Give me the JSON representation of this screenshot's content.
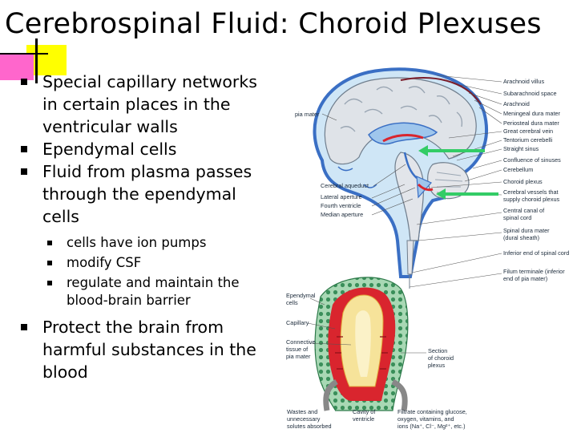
{
  "slide": {
    "title": "Cerebrospinal Fluid: Choroid Plexuses",
    "bullets": [
      {
        "text": "Special capillary networks in certain places in the ventricular walls",
        "level": 1
      },
      {
        "text": "Ependymal cells",
        "level": 1
      },
      {
        "text": "Fluid from plasma passes through the ependymal cells",
        "level": 1
      },
      {
        "text": "cells have ion pumps",
        "level": 2
      },
      {
        "text": "modify CSF",
        "level": 2
      },
      {
        "text": "regulate and maintain the blood-brain  barrier",
        "level": 2
      },
      {
        "text": "Protect the brain from harmful substances in the blood",
        "level": 1
      }
    ]
  },
  "brain_labels": {
    "arachnoid_villus": "Arachnoid villus",
    "subarachnoid_space": "Subarachnoid space",
    "arachnoid": "Arachnoid",
    "meningeal_dura": "Meningeal dura mater",
    "periosteal_dura": "Periosteal dura mater",
    "great_cerebral_vein": "Great cerebral vein",
    "tentorium": "Tentorium cerebelli",
    "straight_sinus": "Straight sinus",
    "confluence": "Confluence of sinuses",
    "cerebellum": "Cerebellum",
    "choroid_plexus": "Choroid plexus",
    "cerebral_vessels_1": "Cerebral vessels that",
    "cerebral_vessels_2": "supply choroid plexus",
    "central_canal_1": "Central canal of",
    "central_canal_2": "spinal cord",
    "spinal_dura_1": "Spinal dura mater",
    "spinal_dura_2": "(dural sheath)",
    "inferior_end": "Inferior end of spinal cord",
    "filum_1": "Filum terminale (inferior",
    "filum_2": "end of pia mater)",
    "pia_mater": "pia mater",
    "cerebral_aqueduct": "Cerebral aqueduct",
    "lateral_aperture": "Lateral aperture",
    "fourth_ventricle": "Fourth ventricle",
    "median_aperture": "Median aperture"
  },
  "plexus_labels": {
    "ependymal_1": "Ependymal",
    "ependymal_2": "cells",
    "capillary": "Capillary",
    "connective_1": "Connective",
    "connective_2": "tissue of",
    "connective_3": "pia mater",
    "section_1": "Section",
    "section_2": "of choroid",
    "section_3": "plexus",
    "wastes_1": "Wastes and",
    "wastes_2": "unnecessary",
    "wastes_3": "solutes absorbed",
    "cavity_1": "Cavity of",
    "cavity_2": "ventricle",
    "filtrate_1": "Filtrate containing glucose,",
    "filtrate_2": "oxygen, vitamins, and",
    "filtrate_3": "ions (Na⁺, Cl⁻, Mg²⁺, etc.)"
  },
  "colors": {
    "deco_yellow": "#ffff00",
    "deco_pink": "#ff66cc",
    "arrow_green": "#33cc66",
    "csf_blue": "#3a6fc4",
    "brain_gray": "#d8dde2",
    "vessel_red": "#d9252e"
  }
}
